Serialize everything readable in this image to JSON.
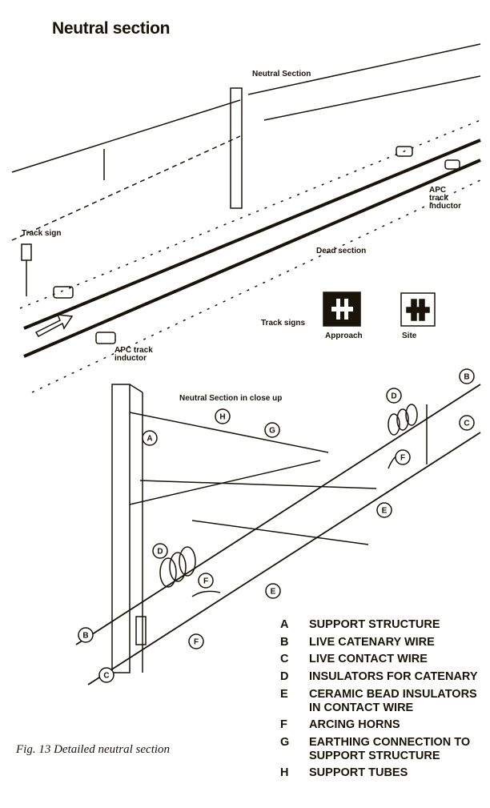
{
  "title": "Neutral section",
  "upper": {
    "neutral_section": "Neutral Section",
    "apc_inductor_right": "APC\ntrack\ninductor",
    "track_sign": "Track sign",
    "dead_section": "Dead section",
    "track_signs": "Track signs",
    "approach": "Approach",
    "site": "Site",
    "apc_inductor_left": "APC track\ninductor"
  },
  "lower": {
    "close_up": "Neutral Section in close up",
    "callouts": [
      "H",
      "G",
      "A",
      "D",
      "B",
      "C",
      "F",
      "E",
      "D",
      "F",
      "E",
      "B",
      "F",
      "C"
    ]
  },
  "legend": [
    {
      "key": "A",
      "text": "SUPPORT STRUCTURE"
    },
    {
      "key": "B",
      "text": "LIVE CATENARY WIRE"
    },
    {
      "key": "C",
      "text": "LIVE CONTACT WIRE"
    },
    {
      "key": "D",
      "text": "INSULATORS FOR CATENARY"
    },
    {
      "key": "E",
      "text": "CERAMIC BEAD INSULATORS\nIN CONTACT WIRE"
    },
    {
      "key": "F",
      "text": "ARCING HORNS"
    },
    {
      "key": "G",
      "text": "EARTHING CONNECTION TO\nSUPPORT STRUCTURE"
    },
    {
      "key": "H",
      "text": "SUPPORT TUBES"
    }
  ],
  "caption": "Fig. 13 Detailed neutral section",
  "colors": {
    "ink": "#1a1408",
    "paper": "#ffffff"
  }
}
